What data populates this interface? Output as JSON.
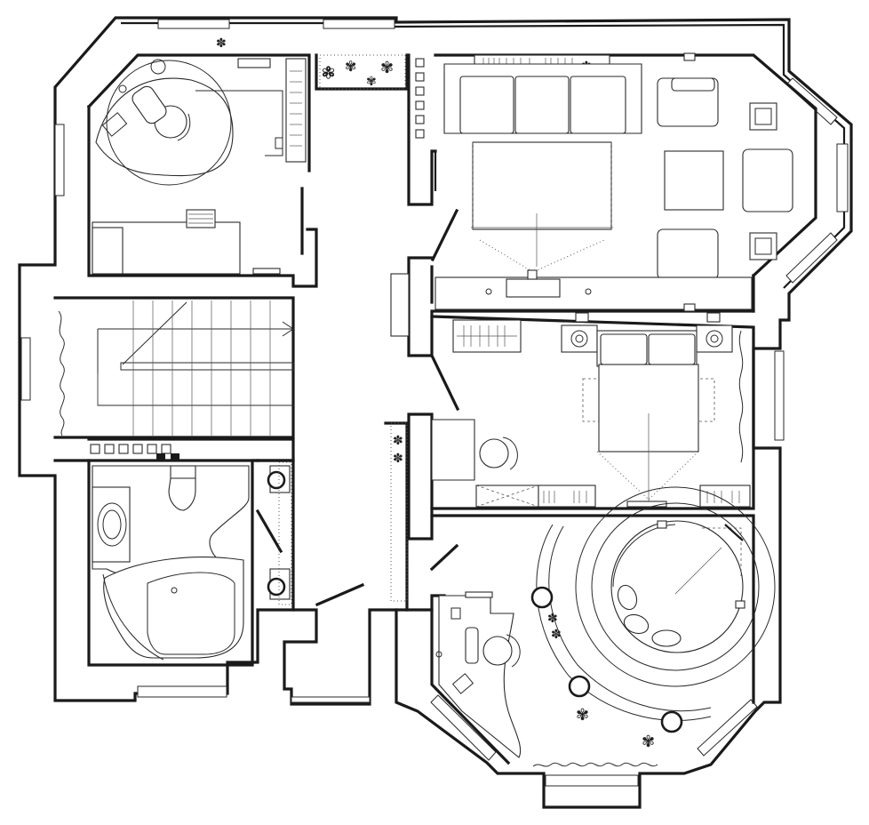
{
  "plan": {
    "rooms": [
      {
        "id": "study-nw"
      },
      {
        "id": "living-room"
      },
      {
        "id": "stair-hall"
      },
      {
        "id": "bedroom"
      },
      {
        "id": "bathroom"
      },
      {
        "id": "corridor"
      },
      {
        "id": "round-room-se"
      }
    ],
    "colors": {
      "line": "#1a1a1a",
      "background": "#ffffff"
    }
  }
}
